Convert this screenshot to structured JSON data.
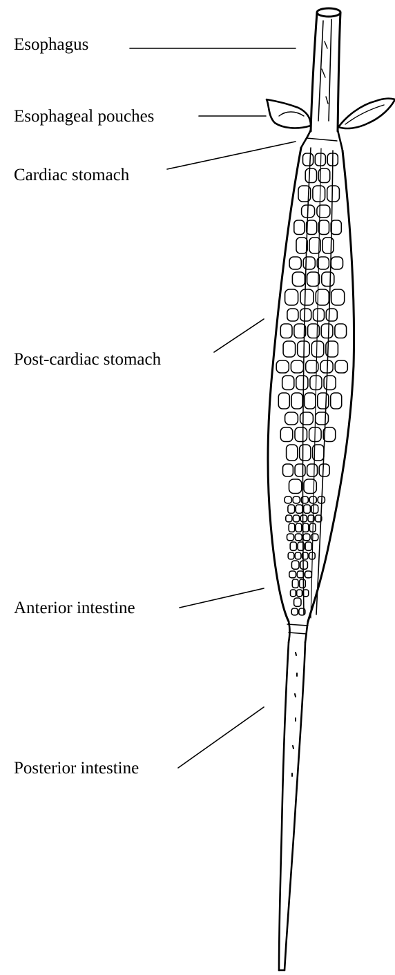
{
  "labels": {
    "esophagus": "Esophagus",
    "esophageal_pouches": "Esophageal pouches",
    "cardiac_stomach": "Cardiac stomach",
    "post_cardiac_stomach": "Post-cardiac stomach",
    "anterior_intestine": "Anterior intestine",
    "posterior_intestine": "Posterior intestine"
  },
  "colors": {
    "ink": "#000000",
    "background": "#ffffff"
  }
}
